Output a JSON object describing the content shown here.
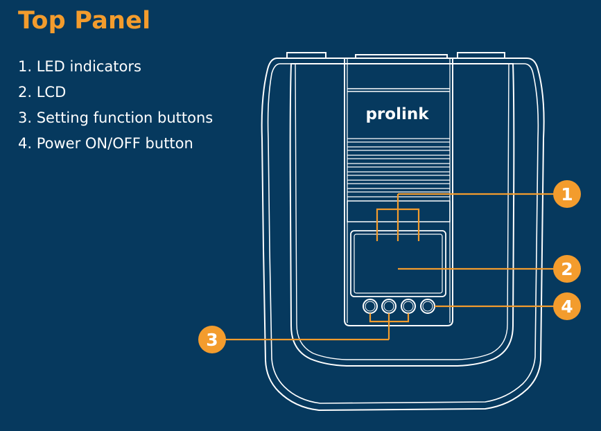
{
  "title": "Top Panel",
  "legend": [
    "1. LED indicators",
    "2. LCD",
    "3. Setting function buttons",
    "4. Power ON/OFF button"
  ],
  "brand": "prolink",
  "callouts": [
    "1",
    "2",
    "3",
    "4"
  ],
  "colors": {
    "background": "#06395e",
    "accent": "#f39c2d",
    "line": "#ffffff"
  }
}
